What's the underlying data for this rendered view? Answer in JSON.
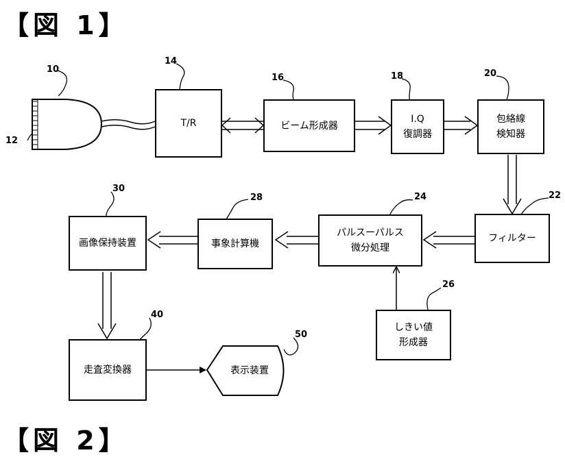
{
  "headings": {
    "fig1": "【図 1】",
    "fig2": "【図 2】"
  },
  "blocks": {
    "tr": {
      "label": "T/R",
      "ref": "14"
    },
    "beam": {
      "label": "ビーム形成器",
      "ref": "16"
    },
    "iq": {
      "label": "I.Q\n復調器",
      "ref": "18"
    },
    "envelope": {
      "label": "包絡線\n検知器",
      "ref": "20"
    },
    "filter": {
      "label": "フィルター",
      "ref": "22"
    },
    "pulse": {
      "label": "パルスーパルス\n微分処理",
      "ref": "24"
    },
    "threshold": {
      "label": "しきい値\n形成器",
      "ref": "26"
    },
    "event": {
      "label": "事象計算機",
      "ref": "28"
    },
    "image_hold": {
      "label": "画像保持装置",
      "ref": "30"
    },
    "scan_conv": {
      "label": "走査変換器",
      "ref": "40"
    },
    "display": {
      "label": "表示装置",
      "ref": "50"
    },
    "transducer": {
      "ref": "10",
      "array_ref": "12"
    }
  }
}
